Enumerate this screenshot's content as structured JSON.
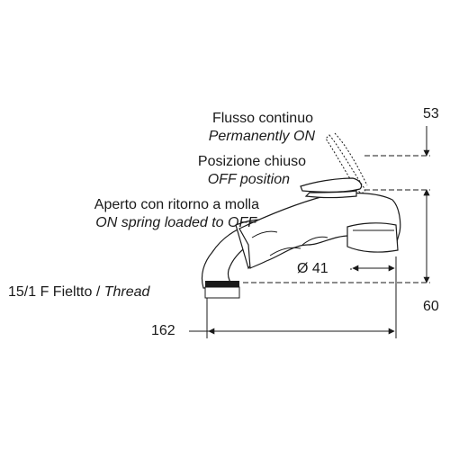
{
  "labels": {
    "flow_it": "Flusso continuo",
    "flow_en": "Permanently ON",
    "closed_it": "Posizione chiuso",
    "closed_en": "OFF position",
    "open_it": "Aperto con ritorno a molla",
    "open_en": "ON spring loaded to OFF",
    "thread_it": "15/1 F Fieltto /",
    "thread_en": "Thread"
  },
  "dimensions": {
    "top_height": "53",
    "total_height": "60",
    "diameter": "Ø 41",
    "length": "162"
  }
}
